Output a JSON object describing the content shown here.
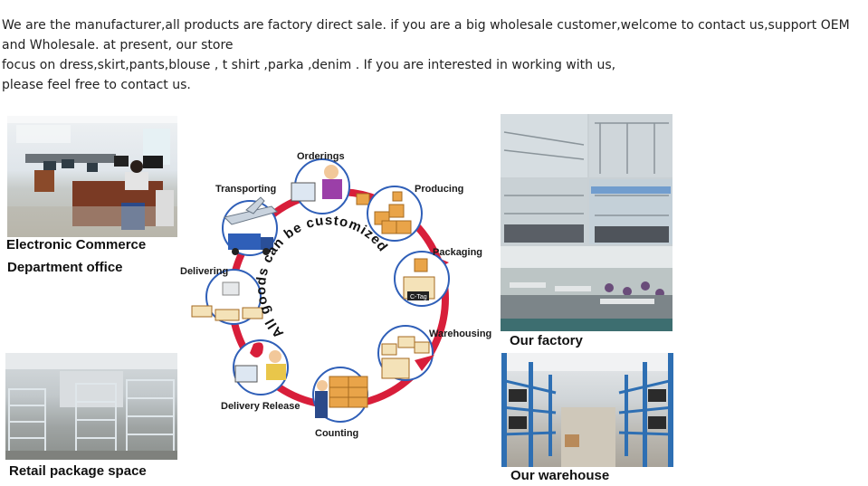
{
  "intro": {
    "lines": [
      "We are the manufacturer,all products are factory direct sale. if you are a big wholesale customer,welcome to contact us,support OEM",
      "and Wholesale. at present, our store",
      "focus on dress,skirt,pants,blouse , t shirt ,parka ,denim . If you are interested in working with us,",
      "please feel free to contact us."
    ]
  },
  "photos": {
    "office": {
      "caption_line1": "Electronic Commerce",
      "caption_line2": "Department office"
    },
    "retail": {
      "caption": "Retail package space"
    },
    "factory": {
      "caption": "Our  factory"
    },
    "warehouse": {
      "caption": "Our warehouse"
    }
  },
  "cycle": {
    "center_text": "All goods can be customized",
    "stages": {
      "orderings": "Orderings",
      "producing": "Producing",
      "packaging": "Packaging",
      "warehousing": "Warehousing",
      "counting": "Counting",
      "delivery_release": "Delivery Release",
      "delivering": "Delivering",
      "transporting": "Transporting"
    },
    "box_tag": "C-Tag"
  },
  "colors": {
    "ring": "#d81e3a",
    "circle_border": "#2f5fb8",
    "box": "#e9a449",
    "shelf_blue": "#2e6fb3"
  }
}
